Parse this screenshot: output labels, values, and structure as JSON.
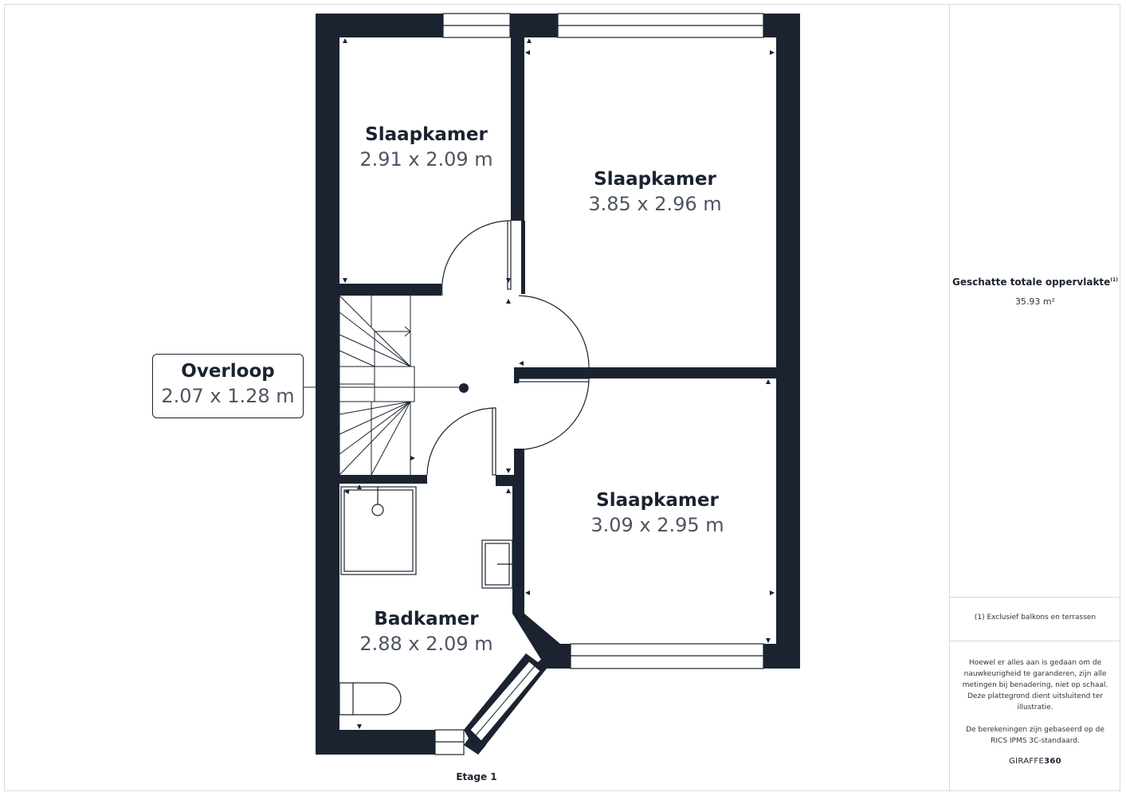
{
  "floor_label": "Etage 1",
  "rooms": [
    {
      "name": "Slaapkamer",
      "dimensions": "2.91 x 2.09 m"
    },
    {
      "name": "Slaapkamer",
      "dimensions": "3.85 x 2.96 m"
    },
    {
      "name": "Slaapkamer",
      "dimensions": "3.09 x 2.95 m"
    },
    {
      "name": "Badkamer",
      "dimensions": "2.88 x 2.09 m"
    },
    {
      "name": "Overloop",
      "dimensions": "2.07 x 1.28 m"
    }
  ],
  "sidebar": {
    "area_title": "Geschatte totale oppervlakte",
    "area_note_marker": "(1)",
    "area_value": "35.93 m²",
    "footnote": "(1) Exclusief balkons en terrassen",
    "disclaimer_1": "Hoewel er alles aan is gedaan om de nauwkeurigheid te garanderen, zijn alle metingen bij benadering, niet op schaal. Deze plattegrond dient uitsluitend ter illustratie.",
    "disclaimer_2": "De berekeningen zijn gebaseerd op de RICS IPMS 3C-standaard.",
    "brand_light": "GIRAFFE",
    "brand_bold": "360"
  },
  "colors": {
    "wall": "#1b2330",
    "text_dark": "#1b2330",
    "text_dim": "#4d5564",
    "frame": "#d7dadf"
  }
}
